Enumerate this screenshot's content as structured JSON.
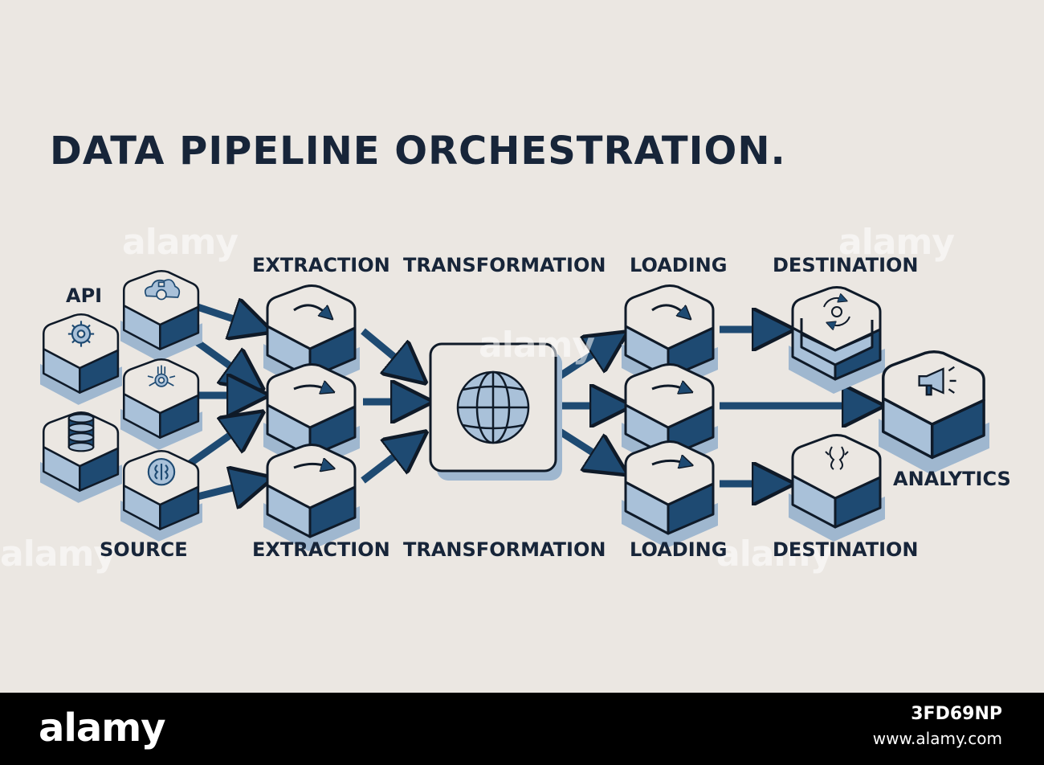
{
  "title": "DATA PIPELINE ORCHESTRATION.",
  "labels": {
    "api": "API",
    "source": "SOURCE",
    "extraction_top": "EXTRACTION",
    "extraction_bottom": "EXTRACTION",
    "transformation_top": "TRANSFORMATION",
    "transformation_bottom": "TRANSFORMATION",
    "loading_top": "LOADING",
    "loading_bottom": "LOADING",
    "destination_top": "DESTINATION",
    "destination_bottom": "DESTINATION",
    "analytics": "ANALYTICS"
  },
  "icons": [
    "gear-icon",
    "database-icon",
    "cloud-icon",
    "chip-icon",
    "brain-icon",
    "curved-arrow-icon",
    "globe-icon",
    "refresh-icon",
    "megaphone-icon",
    "face-icon"
  ],
  "colors": {
    "background": "#ebe7e2",
    "navy": "#1e4a72",
    "light_blue": "#a9c1d9",
    "outline": "#0f1a28",
    "shadow": "#9fb7cf"
  },
  "watermark": {
    "text": "alamy"
  },
  "footer": {
    "logo": "alamy",
    "image_id": "3FD69NP",
    "site": "www.alamy.com"
  }
}
